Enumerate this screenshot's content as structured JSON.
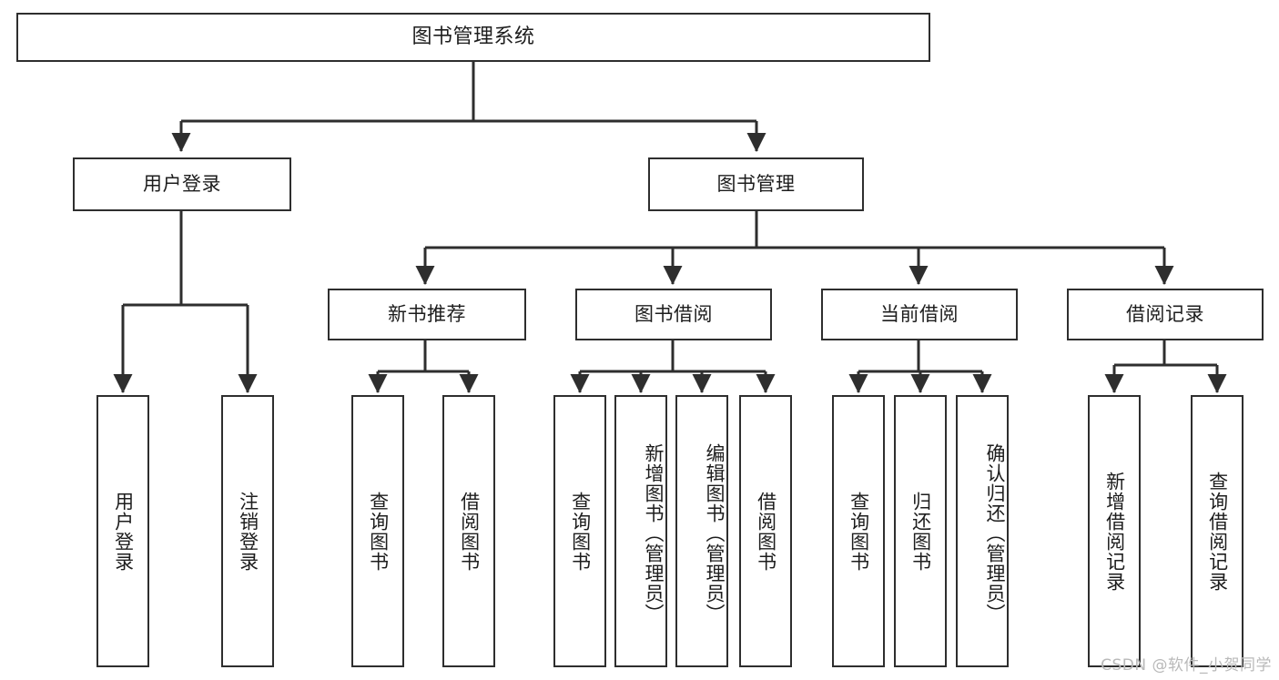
{
  "diagram": {
    "type": "tree",
    "title": "图书管理系统",
    "background": "#ffffff",
    "line_color": "#2e2e2e",
    "text_color": "#1d1d1d",
    "watermark": "CSDN @软件_小贺同学"
  },
  "nodes": {
    "root": {
      "label": "图书管理系统"
    },
    "level2": [
      {
        "label": "用户登录"
      },
      {
        "label": "图书管理"
      }
    ],
    "level3": [
      {
        "label": "新书推荐"
      },
      {
        "label": "图书借阅"
      },
      {
        "label": "当前借阅"
      },
      {
        "label": "借阅记录"
      }
    ],
    "leaves": {
      "user_login": [
        {
          "label": "用户登录"
        },
        {
          "label": "注销登录"
        }
      ],
      "new_book": [
        {
          "label": "查询图书"
        },
        {
          "label": "借阅图书"
        }
      ],
      "book_borrow": [
        {
          "label": "查询图书"
        },
        {
          "label": "新增图书（管理员）"
        },
        {
          "label": "编辑图书（管理员）"
        },
        {
          "label": "借阅图书"
        }
      ],
      "current_borrow": [
        {
          "label": "查询图书"
        },
        {
          "label": "归还图书"
        },
        {
          "label": "确认归还（管理员）"
        }
      ],
      "borrow_record": [
        {
          "label": "新增借阅记录"
        },
        {
          "label": "查询借阅记录"
        }
      ]
    }
  }
}
